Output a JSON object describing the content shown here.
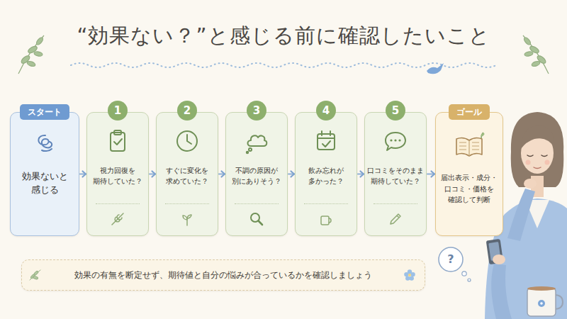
{
  "diagram": {
    "title": "“効果ない？”と感じる前に確認したいこと",
    "nodes": [
      {
        "text": [
          "スタート",
          "効果ないと 感じる"
        ]
      },
      {
        "text": [
          "1",
          "視力回復を 期待していた？"
        ]
      },
      {
        "text": [
          "2",
          "すぐに変化を 求めていた？"
        ]
      },
      {
        "text": [
          "3",
          "不調の原因が 別にありそう？"
        ]
      },
      {
        "text": [
          "4",
          "飲み忘れが 多かった？"
        ]
      },
      {
        "text": [
          "5",
          "口コミをそのまま 期待していた？"
        ]
      },
      {
        "text": [
          "ゴール",
          "届出表示・成分・ 口コミ・価格を 確認して判断"
        ]
      },
      {
        "text": [
          "効果の有無を断定せず、期待値と自分の悩みが合っているかを確認しましょう"
        ]
      }
    ],
    "edges": [
      {
        "from": 0,
        "to": 1,
        "arrow": "to"
      },
      {
        "from": 1,
        "to": 2,
        "arrow": "to"
      },
      {
        "from": 2,
        "to": 3,
        "arrow": "to"
      },
      {
        "from": 3,
        "to": 4,
        "arrow": "to"
      },
      {
        "from": 4,
        "to": 5,
        "arrow": "to"
      },
      {
        "from": 5,
        "to": 6,
        "arrow": "to"
      }
    ],
    "labels": [
      "?"
    ]
  }
}
